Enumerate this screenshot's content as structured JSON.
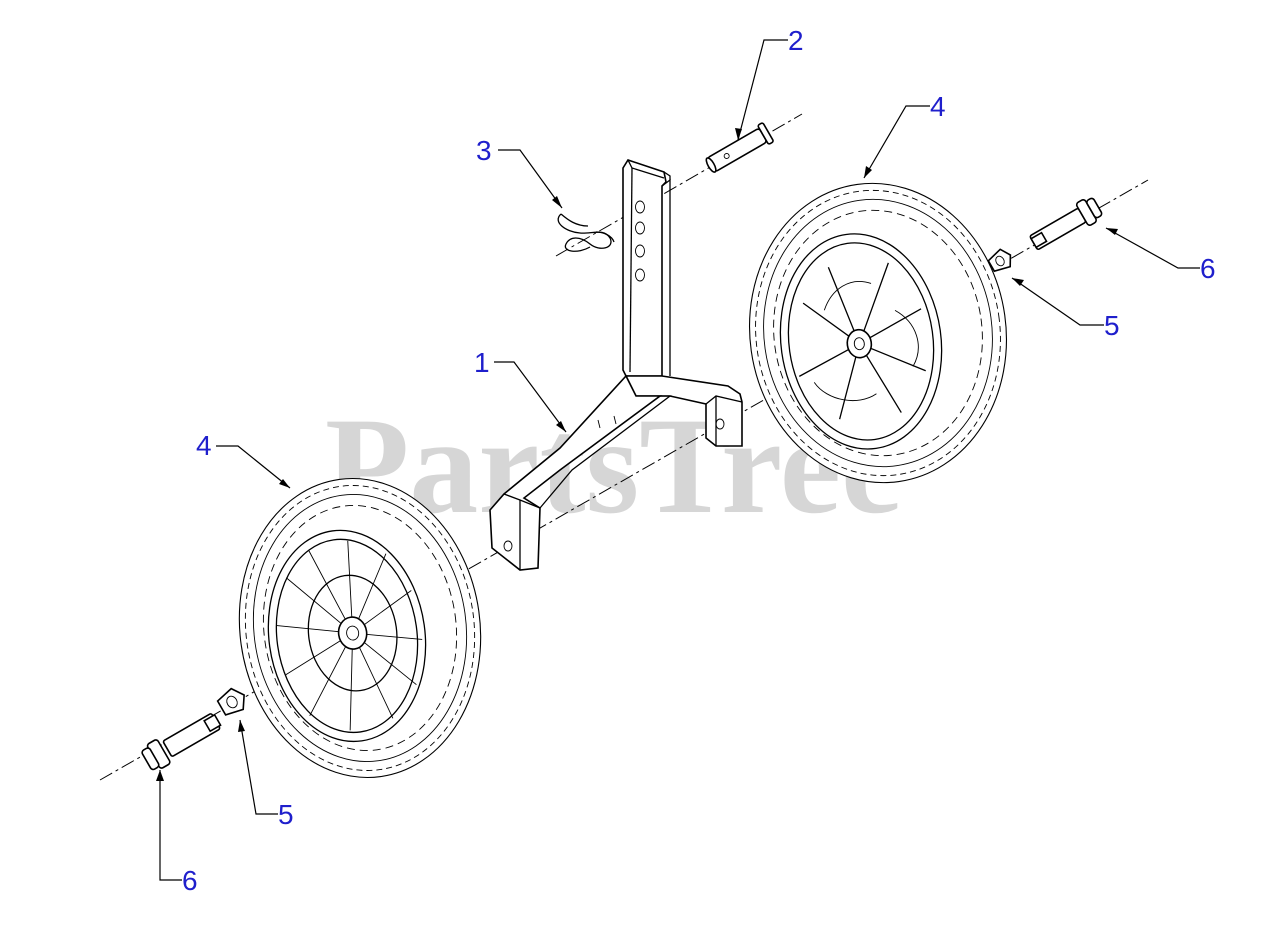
{
  "watermark": "PartsTree",
  "callouts": [
    {
      "id": "c2",
      "label": "2"
    },
    {
      "id": "c3",
      "label": "3"
    },
    {
      "id": "c4a",
      "label": "4"
    },
    {
      "id": "c6a",
      "label": "6"
    },
    {
      "id": "c5a",
      "label": "5"
    },
    {
      "id": "c1",
      "label": "1"
    },
    {
      "id": "c4b",
      "label": "4"
    },
    {
      "id": "c5b",
      "label": "5"
    },
    {
      "id": "c6b",
      "label": "6"
    }
  ],
  "colors": {
    "callout": "#1f1fcc",
    "watermark": "#c9c9c9",
    "line": "#000000"
  }
}
